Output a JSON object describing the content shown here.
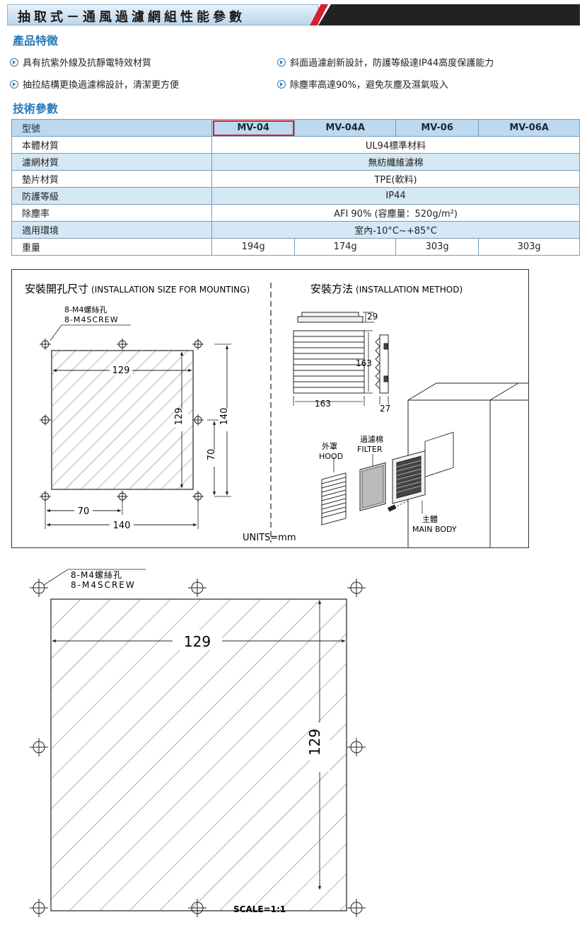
{
  "header": {
    "title": "抽取式－通風過濾網組性能參數"
  },
  "features": {
    "heading": "產品特徵",
    "items": [
      "具有抗紫外線及抗靜電特效材質",
      "斜面過濾創新設計，防護等級達IP44高度保護能力",
      "抽拉結構更換過濾棉設計，清潔更方便",
      "除塵率高達90%，避免灰塵及濕氣吸入"
    ]
  },
  "specs": {
    "heading": "技術參數",
    "model_label": "型號",
    "models": [
      "MV-04",
      "MV-04A",
      "MV-06",
      "MV-06A"
    ],
    "rows": [
      {
        "label": "本體材質",
        "value": "UL94標準材料"
      },
      {
        "label": "濾網材質",
        "value": "無紡纖維濾棉"
      },
      {
        "label": "墊片材質",
        "value": "TPE(軟料)"
      },
      {
        "label": "防護等級",
        "value": "IP44"
      },
      {
        "label": "除塵率",
        "value": "AFI 90% (容塵量：520g/m²)"
      },
      {
        "label": "適用環境",
        "value": "室內-10°C~+85°C"
      }
    ],
    "weight_label": "重量",
    "weights": [
      "194g",
      "174g",
      "303g",
      "303g"
    ]
  },
  "mounting": {
    "title": "安裝開孔尺寸",
    "title_en": "(INSTALLATION SIZE FOR MOUNTING)",
    "screw_cn": "8-M4螺絲孔",
    "screw_en": "8-M4SCREW",
    "dim_129": "129",
    "dim_140": "140",
    "dim_70": "70",
    "units": "UNITS=mm"
  },
  "method": {
    "title": "安裝方法",
    "title_en": "(INSTALLATION METHOD)",
    "dim_29": "29",
    "dim_163": "163",
    "dim_27": "27",
    "hood_cn": "外罩",
    "hood_en": "HOOD",
    "filter_cn": "過濾棉",
    "filter_en": "FILTER",
    "body_cn": "主體",
    "body_en": "MAIN BODY"
  },
  "template": {
    "screw_cn": "8-M4螺絲孔",
    "screw_en": "8-M4SCREW",
    "dim_129": "129",
    "scale": "SCALE=1:1"
  },
  "colors": {
    "accent": "#2a7ab8",
    "red": "#d81e2c",
    "table_header": "#bcd9ef",
    "table_alt": "#d5e8f6"
  }
}
